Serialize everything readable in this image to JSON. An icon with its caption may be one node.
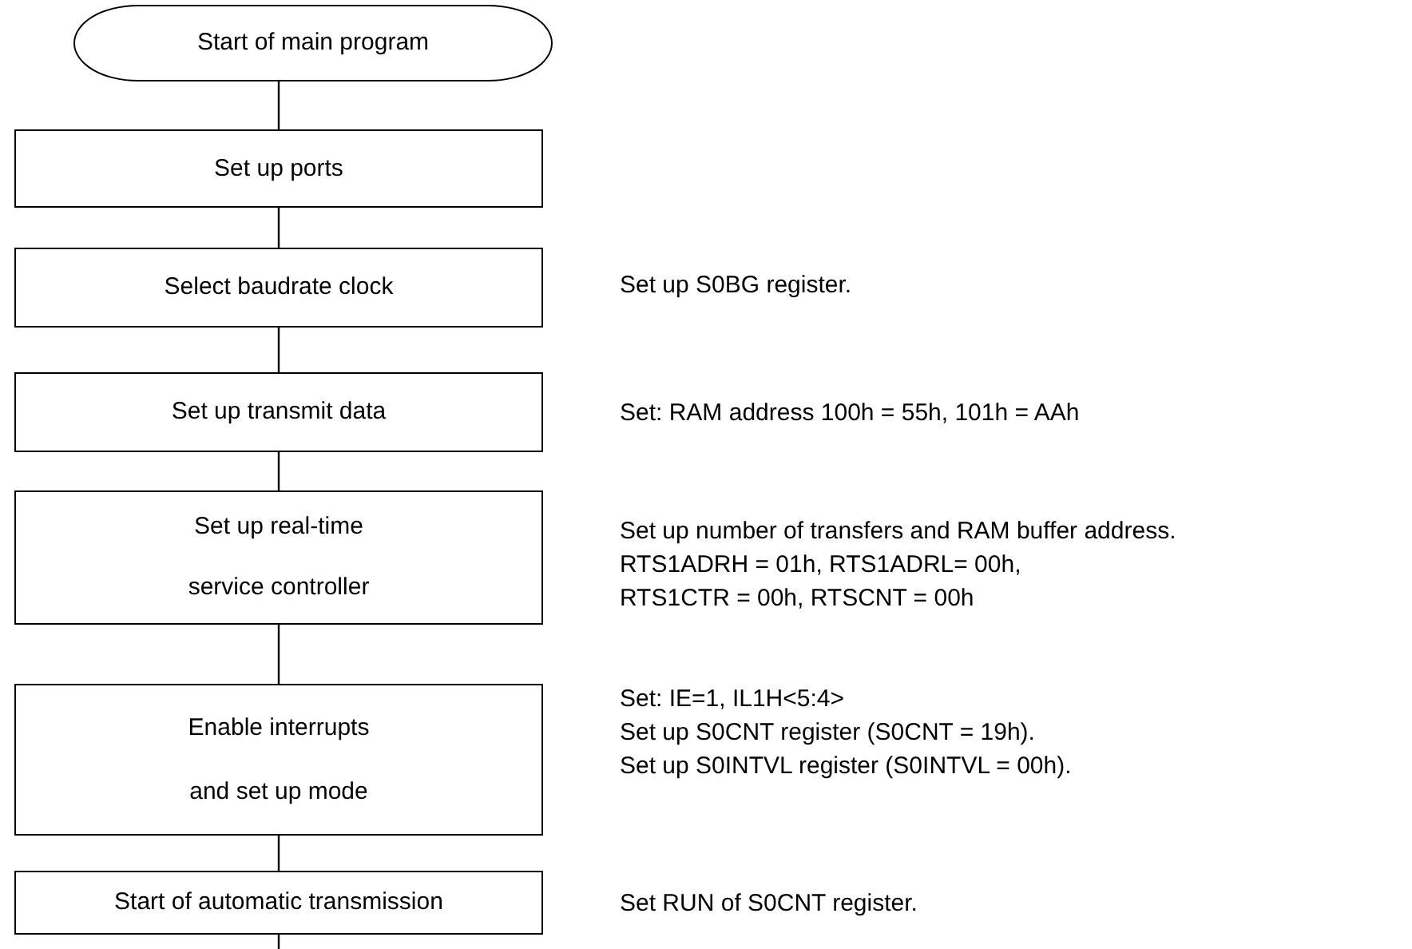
{
  "diagram": {
    "nodes": [
      {
        "text": [
          "Start of main program"
        ]
      },
      {
        "text": [
          "Set up ports"
        ]
      },
      {
        "text": [
          "Select baudrate clock"
        ],
        "beside": [
          "Set up S0BG register."
        ]
      },
      {
        "text": [
          "Set up transmit data"
        ],
        "beside": [
          "Set: RAM address 100h = 55h, 101h = AAh"
        ]
      },
      {
        "text": [
          "Set up real-time service controller"
        ],
        "beside": [
          "Set up number of transfers and RAM buffer address.",
          "RTS1ADRH = 01h, RTS1ADRL= 00h,",
          "RTS1CTR = 00h, RTSCNT = 00h"
        ]
      },
      {
        "text": [
          "Enable interrupts and set up mode"
        ],
        "beside": [
          "Set: IE=1, IL1H<5:4>",
          "Set up S0CNT register (S0CNT = 19h).",
          "Set up S0INTVL register (S0INTVL = 00h)."
        ]
      },
      {
        "text": [
          "Start of automatic transmission"
        ],
        "beside": [
          "Set RUN of S0CNT register."
        ]
      }
    ],
    "edges": [
      {
        "from": 0,
        "to": 1,
        "arrow": "none"
      },
      {
        "from": 1,
        "to": 2,
        "arrow": "none"
      },
      {
        "from": 2,
        "to": 3,
        "arrow": "none"
      },
      {
        "from": 3,
        "to": 4,
        "arrow": "none"
      },
      {
        "from": 4,
        "to": 5,
        "arrow": "none"
      },
      {
        "from": 5,
        "to": 6,
        "arrow": "none"
      },
      {
        "from": 6,
        "to": null,
        "arrow": "none"
      }
    ]
  }
}
